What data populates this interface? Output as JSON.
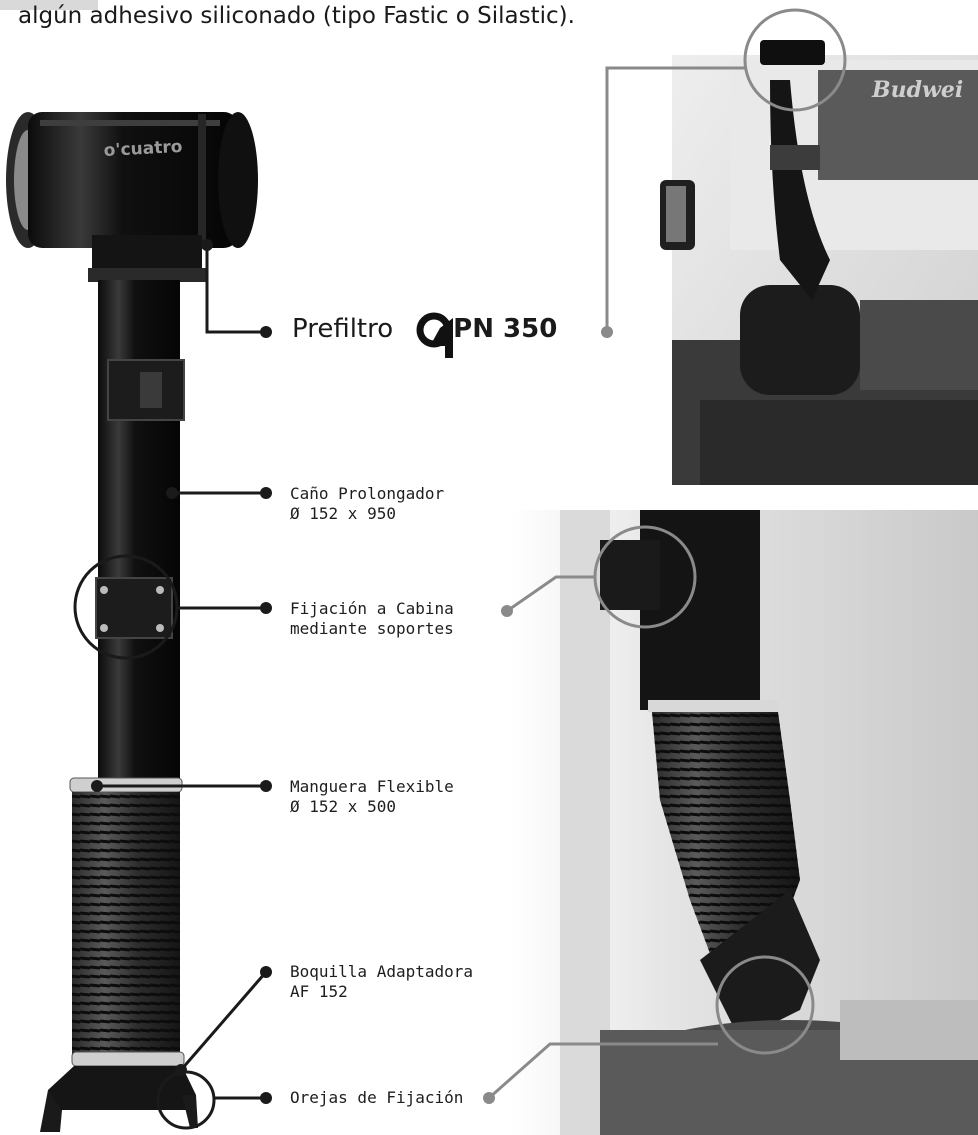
{
  "intro_text": "algún adhesivo siliconado (tipo Fastic o Silastic).",
  "product_brand": "o'cuatro",
  "truck_sign": "Budwei",
  "callouts": {
    "prefiltro": {
      "prefix": "Prefiltro",
      "code": "PN 350",
      "logo": "o4-logo-icon"
    },
    "cano": {
      "line1": "Caño Prolongador",
      "line2": "Ø 152 x 950"
    },
    "fijacion": {
      "line1": "Fijación a Cabina",
      "line2": "mediante soportes"
    },
    "manguera": {
      "line1": "Manguera Flexible",
      "line2": "Ø 152 x 500"
    },
    "boquilla": {
      "line1": "Boquilla Adaptadora",
      "line2": "AF 152"
    },
    "orejas": {
      "line1": "Orejas de Fijación"
    }
  },
  "colors": {
    "accent": "#8a8a8a",
    "dark": "#1a1a1a",
    "pipe": "#151515"
  }
}
